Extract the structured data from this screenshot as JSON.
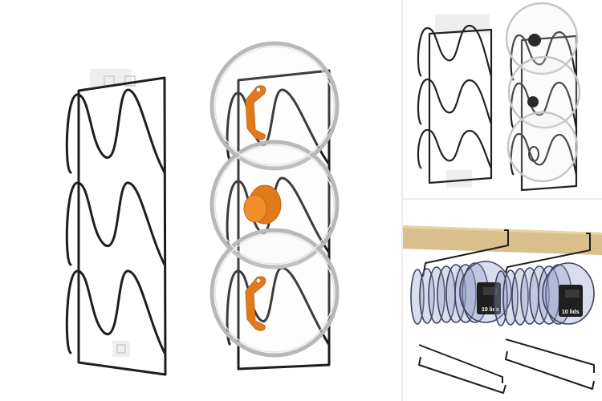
{
  "collage": {
    "description": "Product photo collage of wall-mounted pot lid organizer racks",
    "panels": [
      {
        "id": "main",
        "subject": "Two black wire pot lid racks; left empty, right holding three glass lids with orange handles"
      },
      {
        "id": "top-right",
        "subject": "Two wire racks on adhesive pads; right rack holding three glass lids with black knobs"
      },
      {
        "id": "bottom-right",
        "subject": "Two under-shelf wire hangers mounted on a wooden shelf holding stacks of clear lids, plus two spare hangers below"
      }
    ]
  },
  "labels": {
    "stack_left": "10 lids",
    "stack_right": "10 lids"
  },
  "colors": {
    "background": "#ffffff",
    "wire": "#1e1e1e",
    "lid_rim": "#b8b8b8",
    "handle_orange": "#e07a1c",
    "knob_black": "#2a2a2a",
    "wood": "#d8bf8c",
    "adhesive_pad": "#eeeeee",
    "divider": "#ececec",
    "lid_blue": "#8f96c0"
  }
}
